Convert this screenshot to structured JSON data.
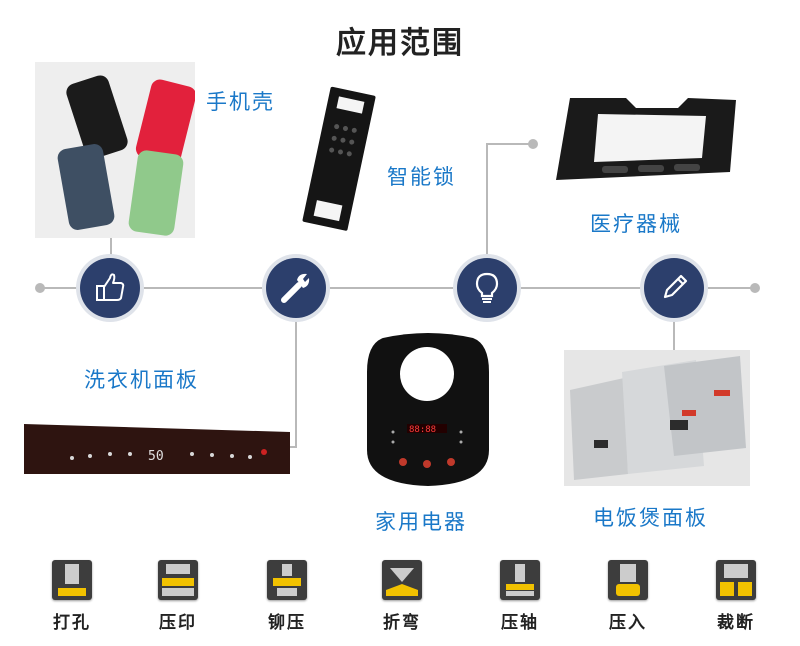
{
  "title": "应用范围",
  "applications": {
    "phone_case": "手机壳",
    "smart_lock": "智能锁",
    "medical": "医疗器械",
    "washer_panel": "洗衣机面板",
    "appliance": "家用电器",
    "rice_cooker_panel": "电饭煲面板"
  },
  "panel_display": "50",
  "cooker_display": "88:88",
  "processes": [
    {
      "label": "打孔",
      "icon": "punch-icon"
    },
    {
      "label": "压印",
      "icon": "emboss-icon"
    },
    {
      "label": "铆压",
      "icon": "rivet-icon"
    },
    {
      "label": "折弯",
      "icon": "bend-icon"
    },
    {
      "label": "压轴",
      "icon": "press-axis-icon"
    },
    {
      "label": "压入",
      "icon": "press-in-icon"
    },
    {
      "label": "裁断",
      "icon": "cut-icon"
    }
  ],
  "colors": {
    "accent_blue": "#1a78c8",
    "circle_navy": "#2c3f6c",
    "line_gray": "#b9b9b9",
    "tool_yellow": "#f2c200"
  }
}
